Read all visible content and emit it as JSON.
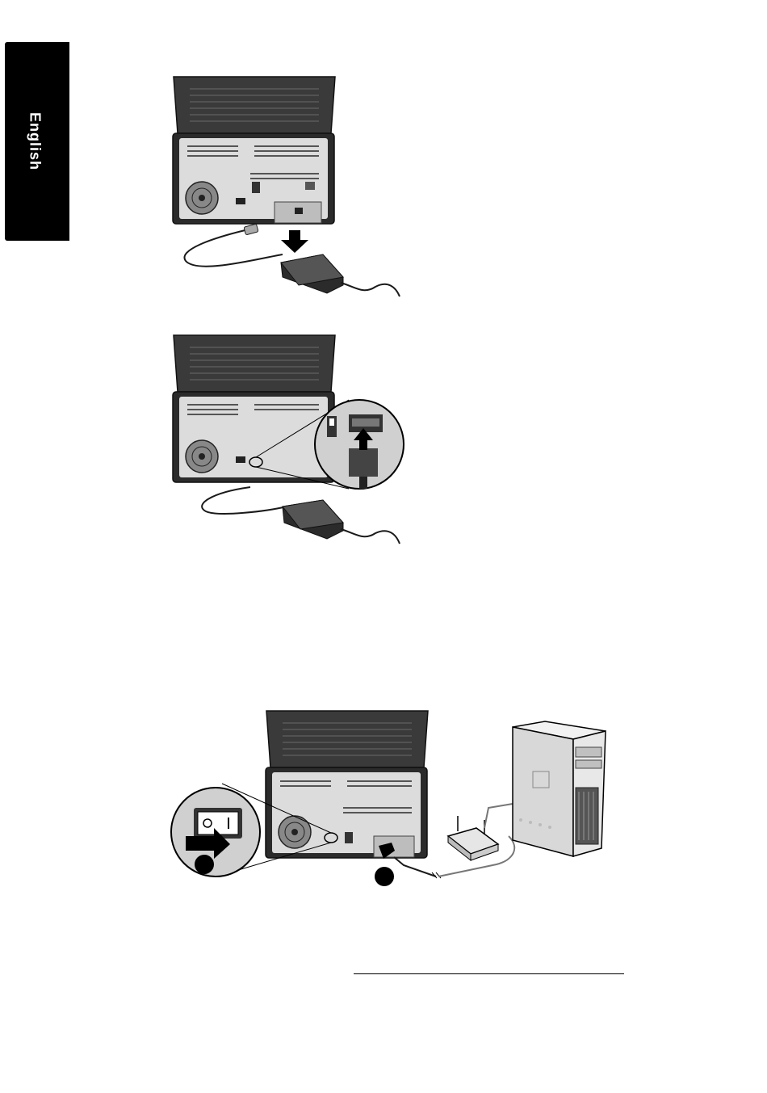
{
  "sidebar": {
    "language_label": "English"
  },
  "figures": [
    {
      "id": "power-supply-connect",
      "icon": "scanner-rear-with-power-supply"
    },
    {
      "id": "power-cord-connect",
      "icon": "scanner-rear-with-power-cord-zoom"
    },
    {
      "id": "power-on-network",
      "icon": "scanner-power-switch-and-network-router-computer"
    }
  ],
  "colors": {
    "tab_background": "#000000",
    "tab_text": "#ffffff",
    "scanner_body": "#2b2b2b",
    "scanner_panel": "#dcdcdc",
    "line": "#1a1a1a"
  }
}
